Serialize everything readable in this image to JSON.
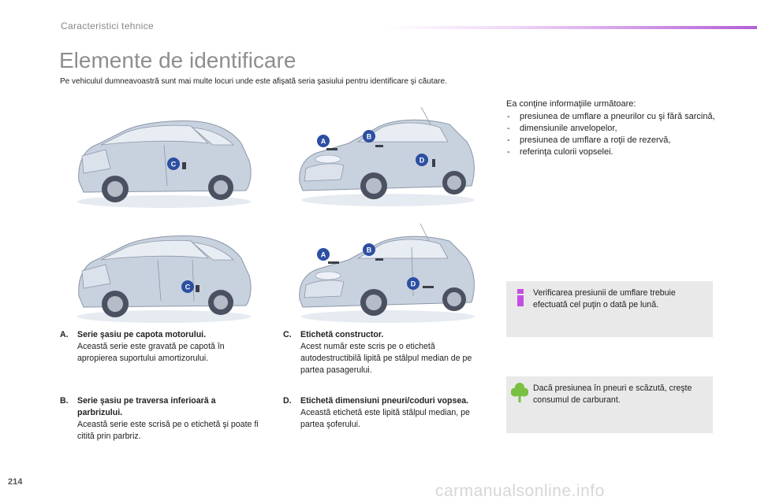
{
  "header": {
    "section": "Caracteristici tehnice"
  },
  "title": "Elemente de identificare",
  "intro": "Pe vehiculul dumneavoastră sunt mai multe locuri unde este afişată seria şasiului pentru identificare şi căutare.",
  "info": {
    "intro": "Ea conţine informaţiile următoare:",
    "items": [
      "presiunea de umflare a pneurilor cu şi fără sarcină,",
      "dimensiunile anvelopelor,",
      "presiunea de umflare a roţii de rezervă,",
      "referinţa culorii vopselei."
    ]
  },
  "callouts": [
    "A",
    "B",
    "C",
    "D"
  ],
  "legend": [
    {
      "letter": "A.",
      "heading": "Serie şasiu pe capota motorului.",
      "text": "Această serie este gravată pe capotă în apropierea suportului amortizorului."
    },
    {
      "letter": "B.",
      "heading": "Serie şasiu pe traversa inferioară a parbrizului.",
      "text": "Această serie este scrisă pe o etichetă şi poate fi citită prin parbriz."
    },
    {
      "letter": "C.",
      "heading": "Etichetă constructor.",
      "text": "Acest număr este scris pe o etichetă autodestructibilă lipită pe stâlpul median de pe partea pasagerului."
    },
    {
      "letter": "D.",
      "heading": "Etichetă dimensiuni pneuri/coduri vopsea.",
      "text": "Această etichetă este lipită stâlpul median, pe partea şoferului."
    }
  ],
  "notes": {
    "info": "Verificarea presiunii de umflare trebuie efectuată cel puţin o dată pe lună.",
    "eco": "Dacă presiunea în pneuri e scăzută, creşte consumul de carburant."
  },
  "footer": {
    "page_number": "214",
    "watermark": "carmanualsonline.info"
  },
  "colors": {
    "callout": "#2c4fa2",
    "info_icon": "#c44fe0",
    "eco_icon": "#7ac143",
    "note_bg": "#e9e9e9"
  },
  "icons": [
    "info-icon",
    "leaf-icon"
  ]
}
